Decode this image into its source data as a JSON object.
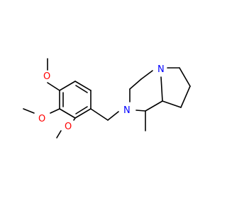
{
  "molecule": {
    "atom_labels": {
      "o_top": "O",
      "o_mid": "O",
      "o_bot": "O",
      "n_ring": "N",
      "n_bridge": "N"
    },
    "colors": {
      "bond": "#000000",
      "oxygen": "#ff0000",
      "nitrogen": "#0000ff",
      "background": "#ffffff"
    }
  }
}
